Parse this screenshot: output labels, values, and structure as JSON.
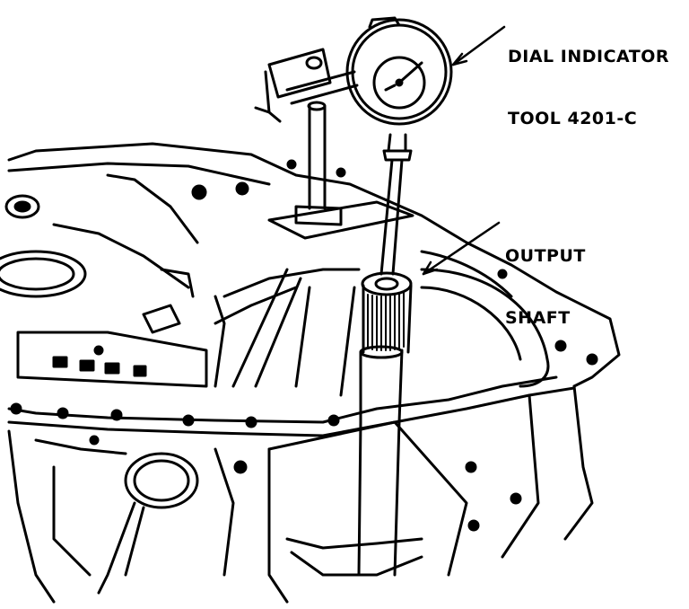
{
  "labels": {
    "dial_indicator": {
      "line1": "DIAL INDICATOR",
      "line2": "TOOL 4201-C"
    },
    "output_shaft": {
      "line1": "OUTPUT",
      "line2": "SHAFT"
    }
  },
  "colors": {
    "ink": "#000000",
    "paper": "#ffffff"
  }
}
